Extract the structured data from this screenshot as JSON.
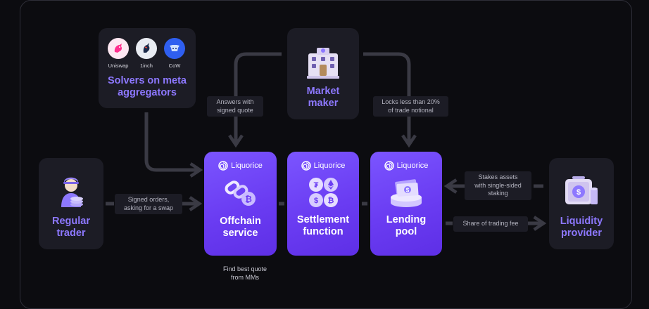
{
  "solvers": {
    "title": "Solvers on meta\naggregators",
    "logos": [
      {
        "label": "Uniswap",
        "icon": "unicorn-icon",
        "color": "#ff2f8e",
        "bg": "#fde7f2"
      },
      {
        "label": "1inch",
        "icon": "unicorn-head-icon",
        "color": "#1b2a4a",
        "bg": "#e9ecf3"
      },
      {
        "label": "CoW",
        "icon": "cow-icon",
        "color": "#ffffff",
        "bg": "#2f5ff0"
      }
    ]
  },
  "market_maker": {
    "title": "Market\nmaker",
    "icon": "building-icon"
  },
  "regular_trader": {
    "title": "Regular\ntrader",
    "icon": "trader-icon"
  },
  "liquidity_provider": {
    "title": "Liquidity\nprovider",
    "icon": "safe-icon"
  },
  "brand": {
    "name": "Liquorice",
    "icon": "liquorice-spiral-icon"
  },
  "offchain": {
    "title": "Offchain\nservice",
    "icon": "chain-link-icon"
  },
  "settlement": {
    "title": "Settlement\nfunction",
    "icon": "crypto-coins-icon"
  },
  "lending": {
    "title": "Lending\npool",
    "icon": "cash-stack-icon"
  },
  "labels": {
    "answers": "Answers with\nsigned quote",
    "locks": "Locks less than 20%\nof trade notional",
    "signed_orders": "Signed orders,\nasking for a swap",
    "stakes": "Stakes assets\nwith single-sided\nstaking",
    "share_fee": "Share of trading fee",
    "find_best": "Find best quote\nfrom MMs"
  },
  "colors": {
    "accent": "#8d78ff",
    "card_bg": "#1c1c25",
    "primary_card": "#6a3cf2",
    "connector": "#3a3a44",
    "background": "#0c0c10"
  }
}
